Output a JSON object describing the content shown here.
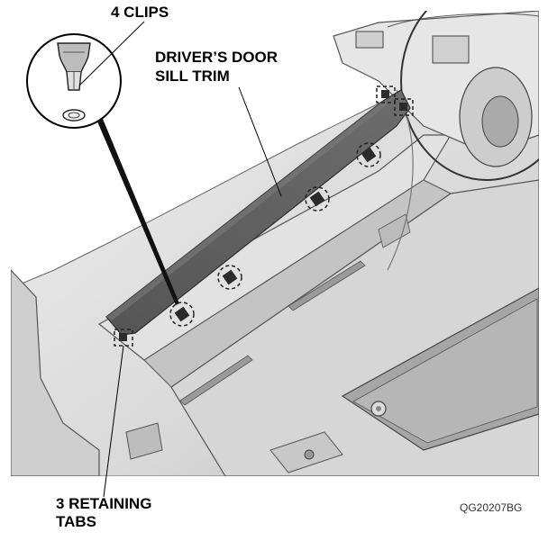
{
  "figure": {
    "labels": {
      "clips": "4 CLIPS",
      "trim_line1": "DRIVER’S DOOR",
      "trim_line2": "SILL TRIM",
      "tabs_line1": "3 RETAINING",
      "tabs_line2": "TABS",
      "figure_code": "QG20207BG"
    },
    "counts": {
      "clips": 4,
      "retaining_tabs": 3
    },
    "colors": {
      "background": "#ffffff",
      "panel_light": "#e9e9e9",
      "panel_mid": "#cfcfcf",
      "panel_dark": "#a9a9a9",
      "sill_trim": "#5f5f5f",
      "outline": "#3a3a3a",
      "leader": "#000000"
    }
  }
}
